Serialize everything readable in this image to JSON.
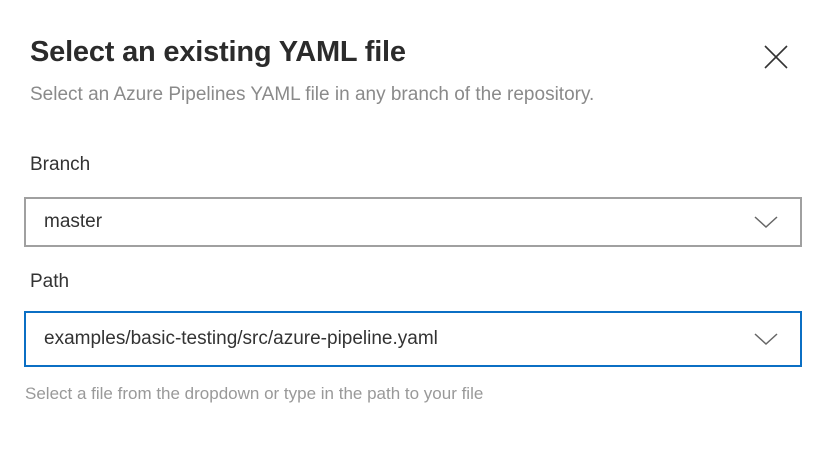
{
  "dialog": {
    "title": "Select an existing YAML file",
    "subtitle": "Select an Azure Pipelines YAML file in any branch of the repository."
  },
  "fields": {
    "branch": {
      "label": "Branch",
      "value": "master"
    },
    "path": {
      "label": "Path",
      "value": "examples/basic-testing/src/azure-pipeline.yaml",
      "helper": "Select a file from the dropdown or type in the path to your file"
    }
  },
  "icons": {
    "close": "✕",
    "chevron_down": "⌄"
  },
  "colors": {
    "focus_border": "#0b6fc4",
    "default_border": "#a0a0a0",
    "title_text": "#2b2b2b",
    "muted_text": "#8a8a8a",
    "helper_text": "#999999",
    "background": "#ffffff"
  }
}
